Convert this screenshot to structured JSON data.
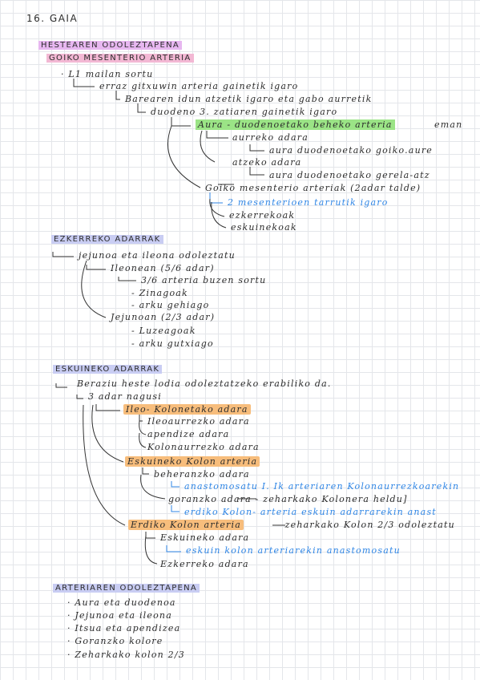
{
  "page_title": "16. GAIA",
  "sections": {
    "s1_heading": "HESTEAREN ODOLEZTAPENA",
    "s1_sub": "GOIKO MESENTERIO ARTERIA",
    "s1_lines": [
      "· L1 mailan sortu",
      "erraz gitxuwin arteria gainetik igaro",
      "Barearen idun atzetik igaro eta gabo aurretik",
      "duodeno 3. zatiaren gainetik igaro",
      "Aura - duodenoetako beheko arteria",
      "eman",
      "aurreko adara",
      "aura duodenoetako goiko.aure",
      "atzeko adara",
      "aura duodenoetako gerela-atz",
      "Goiko mesenterio arteriak (2adar talde)",
      "2 mesenterioen tarrutik igaro",
      "ezkerrekoak",
      "eskuinekoak"
    ],
    "s2_heading": "EZKERREKO ADARRAK",
    "s2_lines": [
      "jejunoa eta ileona odoleztatu",
      "Ileonean (5/6 adar)",
      "3/6 arteria buzen sortu",
      "- Zinagoak",
      "- arku gehiago",
      "Jejunoan (2/3 adar)",
      "- Luzeagoak",
      "- arku gutxiago"
    ],
    "s3_heading": "ESKUINEKO ADARRAK",
    "s3_lines": [
      "Beraziu heste lodia odoleztatzeko erabiliko da.",
      "3 adar nagusi",
      "Ileo- Kolonetako adara",
      "Ileoaurrezko adara",
      "apendize adara",
      "Kolonaurrezko adara",
      "Eskuineko Kolon arteria",
      "beheranzko adara",
      "anastomosatu I. Ik arteriaren Kolonaurrezkoarekin",
      "goranzko adara - zeharkako Kolonera heldu]",
      "erdiko Kolon- arteria eskuin adarrarekin anast",
      "Erdiko Kolon arteria",
      "- zeharkako Kolon 2/3 odoleztatu",
      "Eskuineko adara",
      "eskuin kolon arteriarekin anastomosatu",
      "Ezkerreko adara"
    ],
    "s4_heading": "ARTERIAREN ODOLEZTAPENA",
    "s4_items": [
      "· Aura eta duodenoa",
      "· Jejunoa eta ileona",
      "· Itsua eta apendizea",
      "· Goranzko kolore",
      "· Zeharkako kolon 2/3"
    ]
  }
}
